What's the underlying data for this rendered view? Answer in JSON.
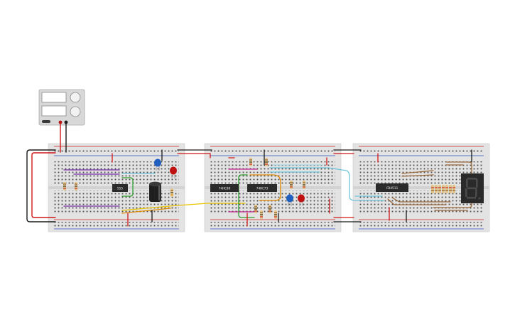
{
  "canvas": {
    "background": "#ffffff"
  },
  "colors": {
    "breadboard": "#e3e3e3",
    "rail_red": "#d11f1f",
    "rail_blue": "#2a4fbf",
    "hole": "#4a4a4a",
    "chip": "#2b2b2b",
    "wire_black": "#1a1a1a",
    "wire_red": "#d01818",
    "wire_purple": "#7b2fa8",
    "wire_green": "#2e9e2e",
    "wire_yellow": "#e8c400",
    "wire_orange": "#e08a00",
    "wire_cyan": "#6cc5d9",
    "wire_brown": "#9a6a3a",
    "wire_magenta": "#c0208f",
    "led_red": "#c01010",
    "led_blue": "#1f5fc0",
    "capacitor": "#1f1f1f",
    "power_supply": "#d8d8d8",
    "seven_segment": "#2a2a2a"
  },
  "chips": [
    {
      "id": "chip-555",
      "label": "555"
    },
    {
      "id": "chip-74hc08",
      "label": "74HC08"
    },
    {
      "id": "chip-74hc73",
      "label": "74HC73"
    },
    {
      "id": "chip-cd4511",
      "label": "CD4511"
    }
  ],
  "icons": {
    "power_supply": "dc-power-supply-icon",
    "seven_segment": "seven-segment-display-icon",
    "capacitor": "electrolytic-capacitor-icon",
    "led": "led-icon",
    "resistor": "resistor-icon"
  }
}
